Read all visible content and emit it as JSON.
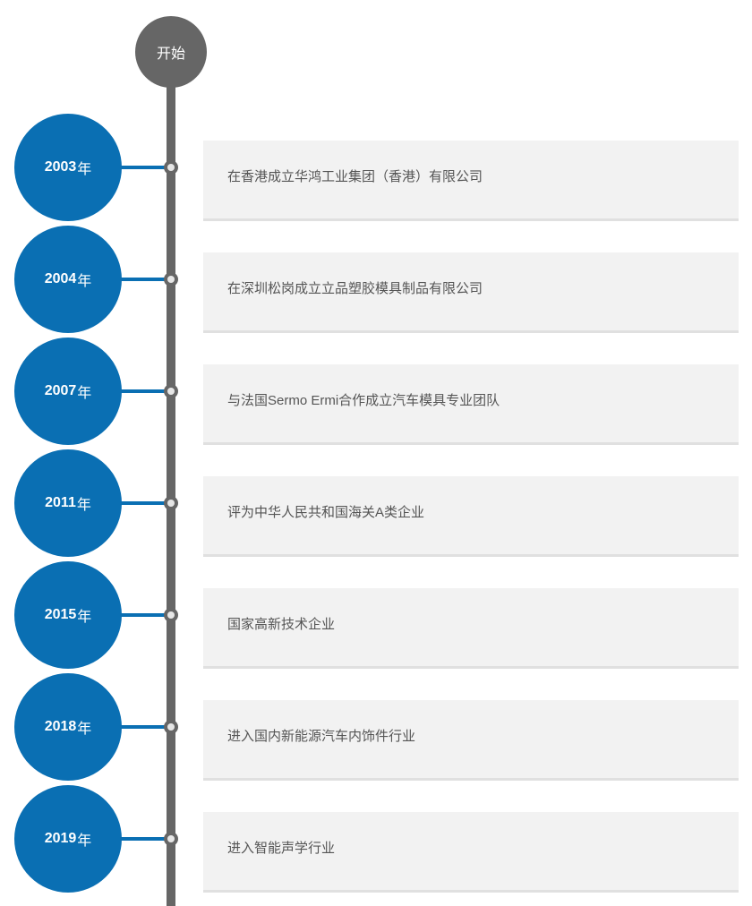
{
  "start_label": "开始",
  "year_suffix": "年",
  "colors": {
    "accent": "#0a6fb3",
    "spine": "#666666",
    "card_bg": "#f2f2f2",
    "text": "#555555"
  },
  "events": [
    {
      "year": "2003",
      "text": "在香港成立华鸿工业集团（香港）有限公司"
    },
    {
      "year": "2004",
      "text": "在深圳松岗成立立品塑胶模具制品有限公司"
    },
    {
      "year": "2007",
      "text": "与法国Sermo Ermi合作成立汽车模具专业团队"
    },
    {
      "year": "2011",
      "text": "评为中华人民共和国海关A类企业"
    },
    {
      "year": "2015",
      "text": "国家高新技术企业"
    },
    {
      "year": "2018",
      "text": "进入国内新能源汽车内饰件行业"
    },
    {
      "year": "2019",
      "text": "进入智能声学行业"
    }
  ]
}
